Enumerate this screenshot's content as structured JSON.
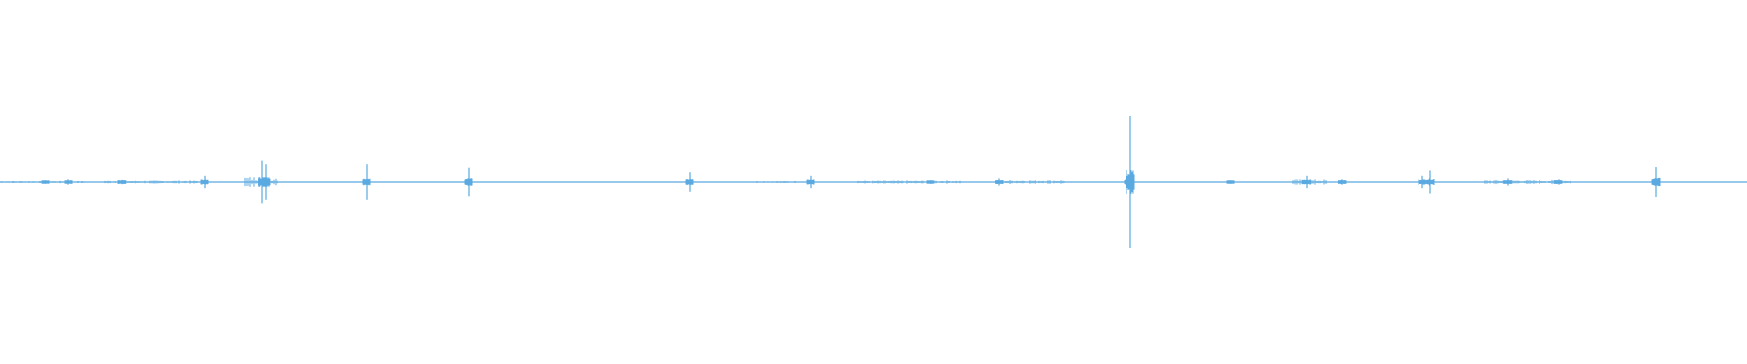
{
  "waveform": {
    "color": "#5aa9e0",
    "peaks": [
      {
        "t": 0.026,
        "amp": 0.01
      },
      {
        "t": 0.039,
        "amp": 0.015
      },
      {
        "t": 0.07,
        "amp": 0.012
      },
      {
        "t": 0.117,
        "amp": 0.04
      },
      {
        "t": 0.15,
        "amp": 0.13
      },
      {
        "t": 0.152,
        "amp": 0.11
      },
      {
        "t": 0.21,
        "amp": 0.11
      },
      {
        "t": 0.268,
        "amp": 0.085
      },
      {
        "t": 0.395,
        "amp": 0.06
      },
      {
        "t": 0.464,
        "amp": 0.04
      },
      {
        "t": 0.533,
        "amp": 0.01
      },
      {
        "t": 0.572,
        "amp": 0.02
      },
      {
        "t": 0.646,
        "amp": 0.05
      },
      {
        "t": 0.647,
        "amp": 0.4
      },
      {
        "t": 0.704,
        "amp": 0.01
      },
      {
        "t": 0.748,
        "amp": 0.04
      },
      {
        "t": 0.768,
        "amp": 0.015
      },
      {
        "t": 0.814,
        "amp": 0.04
      },
      {
        "t": 0.819,
        "amp": 0.07
      },
      {
        "t": 0.863,
        "amp": 0.02
      },
      {
        "t": 0.892,
        "amp": 0.015
      },
      {
        "t": 0.948,
        "amp": 0.09
      }
    ],
    "noise_regions": [
      {
        "start": 0.0,
        "end": 0.05,
        "amp": 0.004
      },
      {
        "start": 0.06,
        "end": 0.12,
        "amp": 0.006
      },
      {
        "start": 0.14,
        "end": 0.16,
        "amp": 0.02
      },
      {
        "start": 0.43,
        "end": 0.46,
        "amp": 0.004
      },
      {
        "start": 0.49,
        "end": 0.55,
        "amp": 0.006
      },
      {
        "start": 0.57,
        "end": 0.61,
        "amp": 0.008
      },
      {
        "start": 0.74,
        "end": 0.76,
        "amp": 0.01
      },
      {
        "start": 0.85,
        "end": 0.9,
        "amp": 0.008
      }
    ]
  }
}
